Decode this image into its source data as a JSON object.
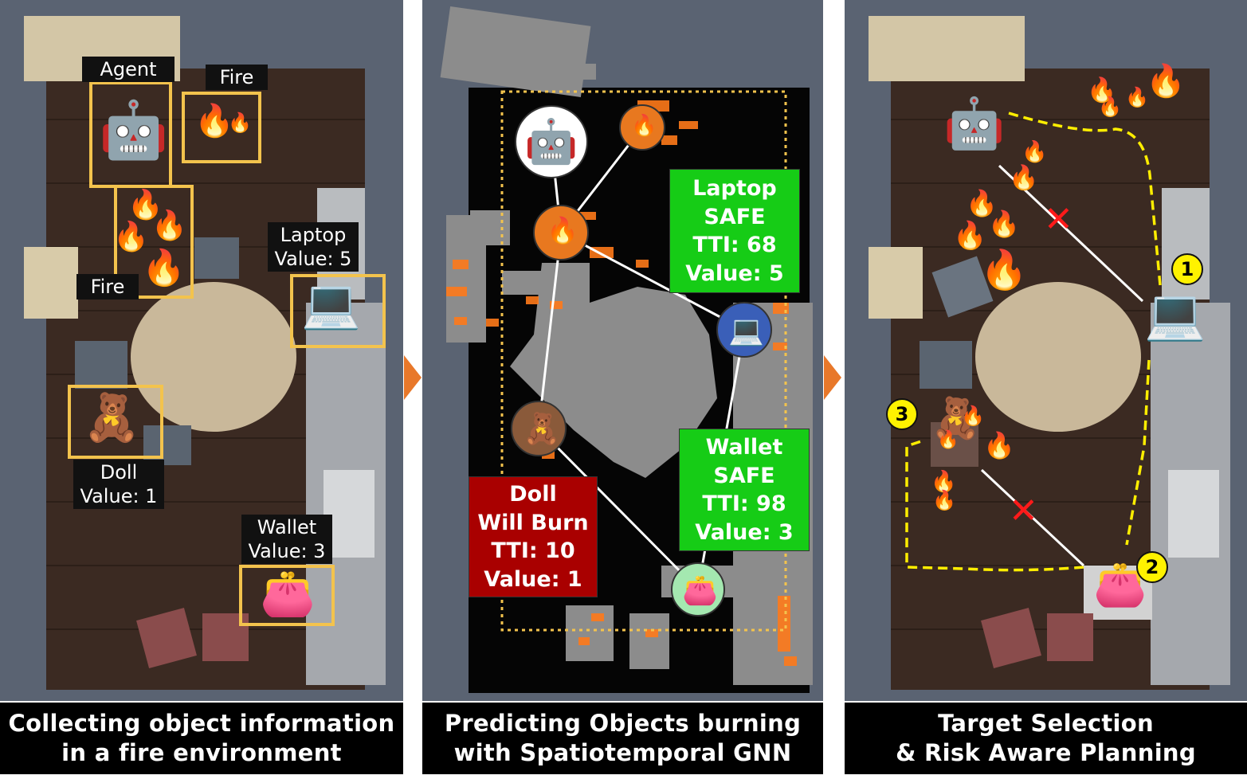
{
  "panel1": {
    "labels": {
      "agent": "Agent",
      "fire_top": "Fire",
      "fire_left": "Fire",
      "laptop": [
        "Laptop",
        "Value: 5"
      ],
      "doll": [
        "Doll",
        "Value: 1"
      ],
      "wallet": [
        "Wallet",
        "Value: 3"
      ]
    },
    "caption": [
      "Collecting object information",
      "in a fire environment"
    ]
  },
  "panel2": {
    "laptop_info": [
      "Laptop",
      "SAFE",
      "TTI: 68",
      "Value: 5"
    ],
    "wallet_info": [
      "Wallet",
      "SAFE",
      "TTI: 98",
      "Value: 3"
    ],
    "doll_info": [
      "Doll",
      "Will Burn",
      "TTI: 10",
      "Value: 1"
    ],
    "caption": [
      "Predicting Objects burning",
      "with Spatiotemporal GNN"
    ]
  },
  "panel3": {
    "order": [
      "1",
      "2",
      "3"
    ],
    "caption": [
      "Target Selection",
      "& Risk Aware Planning"
    ]
  },
  "colors": {
    "highlight_box": "#f3c34d",
    "safe": "#16cc16",
    "burn": "#a90000",
    "path": "#ffee00",
    "arrow": "#e8782a"
  }
}
